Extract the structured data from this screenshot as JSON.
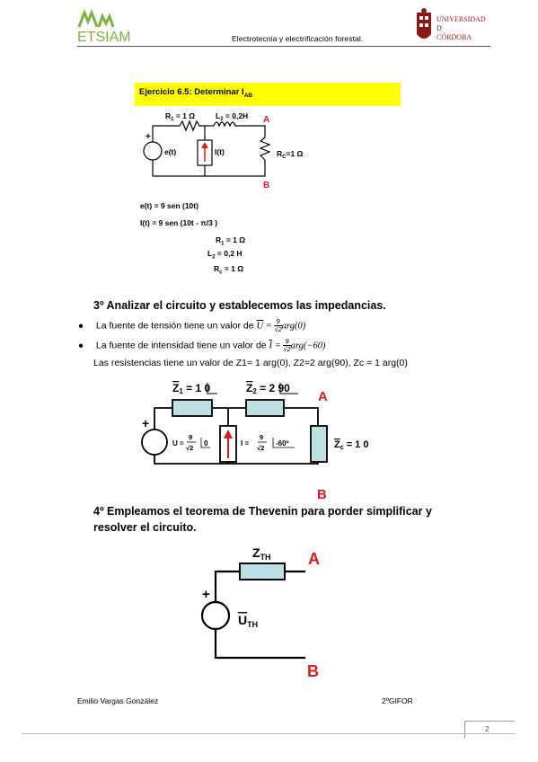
{
  "header": {
    "logo_left_text": "ETSIAM",
    "logo_right_lines": [
      "UNIVERSIDAD",
      "D",
      "CÓRDOBA"
    ],
    "title": "Electrotecnia y electrificación forestal."
  },
  "exercise": {
    "title_main": "Ejercicio 6.5: Determinar I",
    "title_sub": "AB",
    "circuit1": {
      "r1": "R",
      "r1_sub": "1",
      "r1_val": " = 1 Ω",
      "l2": "L",
      "l2_sub": "2",
      "l2_val": " = 0,2H",
      "rc": "R",
      "rc_sub": "C",
      "rc_val": "=1 Ω",
      "source_v": "e(t)",
      "source_i": "I(t)",
      "node_a": "A",
      "node_b": "B",
      "plus": "+"
    },
    "givens": {
      "e": "e(t) = 9 sen (10t)",
      "i": "I(t) = 9 sen (10t -  π/3 )",
      "r1": "R",
      "r1_sub": "1",
      "r1_val": " = 1 Ω",
      "l2": "L",
      "l2_sub": "2",
      "l2_val": " = 0,2 H",
      "rc": "R",
      "rc_sub": "c",
      "rc_val": " = 1 Ω"
    }
  },
  "step3": {
    "heading": "3º Analizar el circuito y establecemos las impedancias.",
    "bullet1_text": "La fuente de tensión tiene un valor de ",
    "bullet1_var": "U",
    "bullet1_eq": " = ",
    "bullet1_num": "9",
    "bullet1_den": "√2",
    "bullet1_arg": "arg(0)",
    "bullet2_text": "La fuente de intensidad tiene un valor de ",
    "bullet2_var": "I",
    "bullet2_eq": " = ",
    "bullet2_num": "9",
    "bullet2_den": "√2",
    "bullet2_arg": "arg(−60)",
    "resistances": "Las resistencias tiene un valor de Z1= 1 arg(0), Z2=2 arg(90), Zc = 1 arg(0)",
    "circuit2": {
      "z1": "Z",
      "z1_sub": "1",
      "z1_val": " = 1 ",
      "z1_ang": "0",
      "z2": "Z",
      "z2_sub": "2",
      "z2_val": " = 2 ",
      "z2_ang": "90",
      "zc": "Z",
      "zc_sub": "c",
      "zc_val": " = 1 ",
      "zc_ang": "0",
      "u_label": "U = ",
      "u_num": "9",
      "u_den": "√2",
      "u_ang": "0",
      "i_label": "I = ",
      "i_num": "9",
      "i_den": "√2",
      "i_ang": "-60º",
      "node_a": "A",
      "node_b": "B",
      "plus": "+"
    }
  },
  "step4": {
    "heading_line1": "4º Empleamos el teorema de Thevenin para porder simplificar y",
    "heading_line2": "resolver el circuito.",
    "circuit3": {
      "zth": "Z",
      "zth_sub": "TH",
      "uth": "U",
      "uth_sub": "TH",
      "node_a": "A",
      "node_b": "B",
      "plus": "+"
    }
  },
  "footer": {
    "author": "Emilio Vargas González",
    "course": "2ºGIFOR",
    "page": "2"
  },
  "colors": {
    "accent_green": "#7bb33e",
    "univ_red": "#8b1a1a",
    "highlight_yellow": "#ffff00",
    "box_fill": "#bde0e4",
    "node_red": "#e01a1a"
  }
}
